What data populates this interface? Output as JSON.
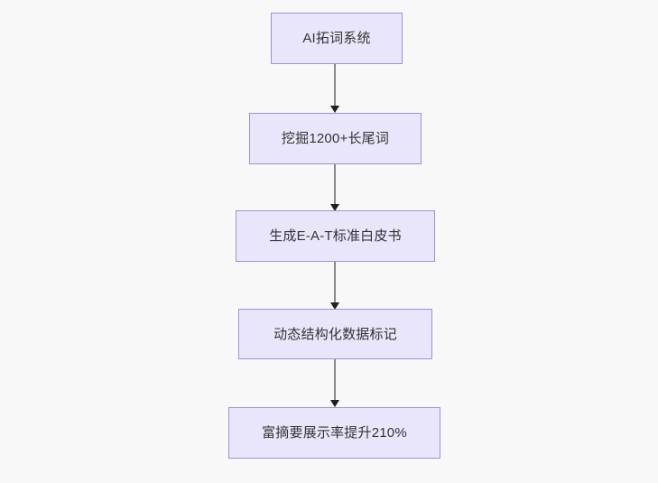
{
  "diagram": {
    "type": "flowchart",
    "direction": "top-to-bottom",
    "background_color": "#f8f8f8",
    "node_fill_color": "#e9e6fb",
    "node_border_color": "#a78bda",
    "node_text_color": "#333333",
    "connector_line_color": "#8a8a8a",
    "connector_arrow_color": "#1f1f1f",
    "nodes": [
      {
        "id": "n1",
        "label": "AI拓词系统"
      },
      {
        "id": "n2",
        "label": "挖掘1200+长尾词"
      },
      {
        "id": "n3",
        "label": "生成E-A-T标准白皮书"
      },
      {
        "id": "n4",
        "label": "动态结构化数据标记"
      },
      {
        "id": "n5",
        "label": "富摘要展示率提升210%"
      }
    ],
    "edges": [
      {
        "from": "n1",
        "to": "n2",
        "label": ""
      },
      {
        "from": "n2",
        "to": "n3",
        "label": ""
      },
      {
        "from": "n3",
        "to": "n4",
        "label": ""
      },
      {
        "from": "n4",
        "to": "n5",
        "label": ""
      }
    ]
  }
}
